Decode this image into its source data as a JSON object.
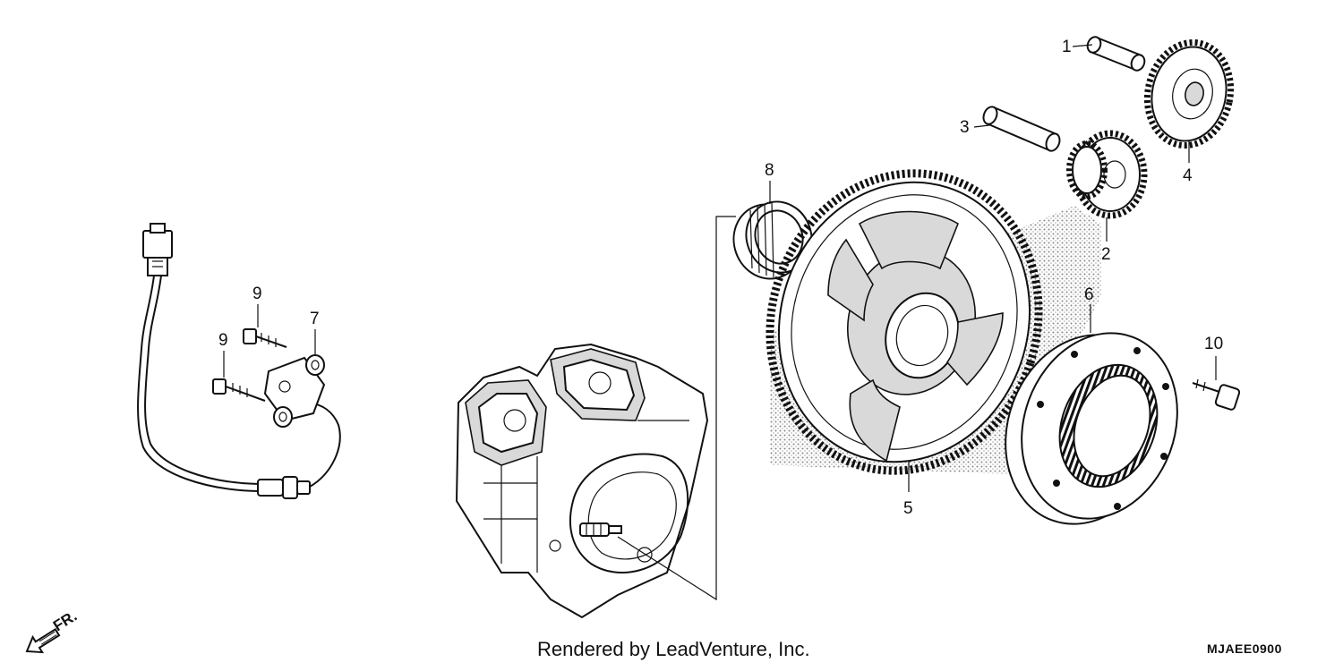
{
  "callouts": [
    {
      "num": "1",
      "name": "pin-1"
    },
    {
      "num": "2",
      "name": "gear-2"
    },
    {
      "num": "3",
      "name": "pin-3"
    },
    {
      "num": "4",
      "name": "gear-4"
    },
    {
      "num": "5",
      "name": "starter-driven-gear-5"
    },
    {
      "num": "6",
      "name": "one-way-clutch-6"
    },
    {
      "num": "7",
      "name": "grommet-7"
    },
    {
      "num": "8",
      "name": "needle-bearing-8"
    },
    {
      "num": "9",
      "name": "bolt-9-upper"
    },
    {
      "num": "9",
      "name": "bolt-9-lower"
    },
    {
      "num": "10",
      "name": "bolt-10"
    }
  ],
  "caption": "Rendered by LeadVenture, Inc.",
  "diagram_code": "MJAEE0900",
  "direction_label": "FR.",
  "colors": {
    "line": "#111111",
    "background": "#ffffff",
    "shade": "#d9d9d9"
  }
}
